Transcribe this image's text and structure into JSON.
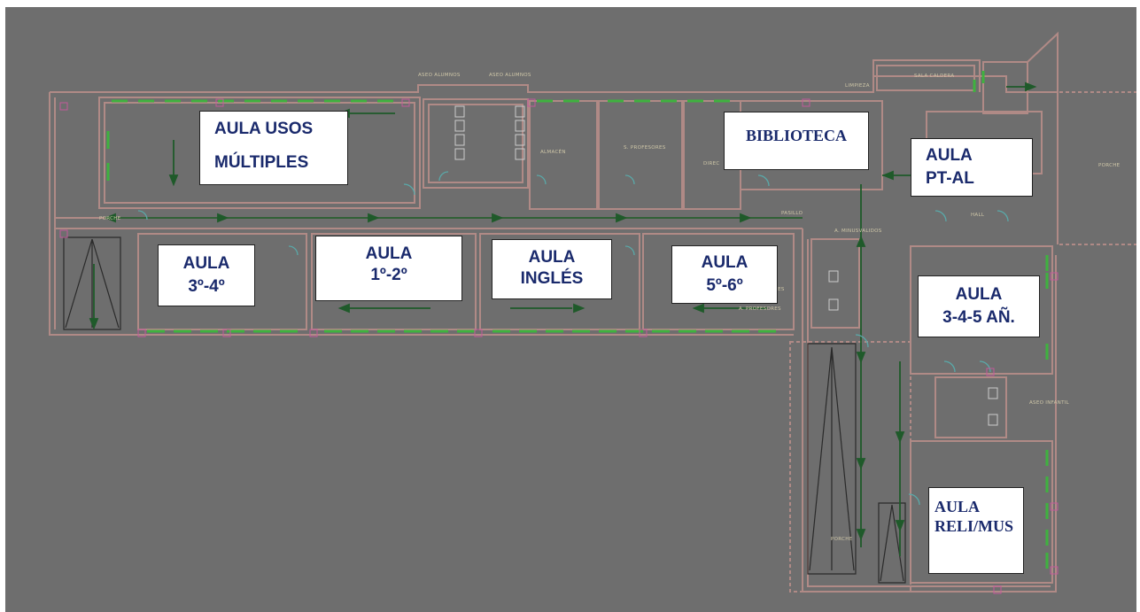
{
  "plan": {
    "small_labels": {
      "aseo_alumnos_1": "ASEO ALUMNOS",
      "aseo_alumnos_2": "ASEO ALUMNOS",
      "limpieza": "LIMPIEZA",
      "sala_caldera": "SALA CALDERA",
      "almacen": "ALMACÉN",
      "s_profesores": "S. PROFESORES",
      "direc": "DIREC",
      "porche_left": "PORCHE",
      "porche_right": "PORCHE",
      "porche_bottom": "PORCHE",
      "pasillo": "PASILLO",
      "hall": "HALL",
      "a_minusvalidos": "A. MINUSVALIDOS",
      "aseo_infantil": "ASEO INFANTIL",
      "profesores_1": "RES",
      "profesores_2": "A. PROFESORES"
    },
    "rooms": {
      "usos_multiples": {
        "line1": "AULA USOS",
        "line2": "MÚLTIPLES"
      },
      "biblioteca": {
        "line1": "BIBLIOTECA"
      },
      "pt_al": {
        "line1": "AULA",
        "line2": "PT-AL"
      },
      "aula_34": {
        "line1": "AULA",
        "line2": "3º-4º"
      },
      "aula_12": {
        "line1": "AULA",
        "line2": "1º-2º"
      },
      "aula_ingles": {
        "line1": "AULA",
        "line2": "INGLÉS"
      },
      "aula_56": {
        "line1": "AULA",
        "line2": "5º-6º"
      },
      "aula_345": {
        "line1": "AULA",
        "line2": "3-4-5 AÑ."
      },
      "reli_mus": {
        "line1": "AULA",
        "line2": "RELI/MUS"
      }
    }
  },
  "colors": {
    "background": "#6e6e6e",
    "wall": "#b08a86",
    "evac_route": "#1f5a2a",
    "window": "#3fb23f",
    "door": "#5aa9a9",
    "marker": "#c25a9a",
    "label_text": "#1a2a6c"
  }
}
